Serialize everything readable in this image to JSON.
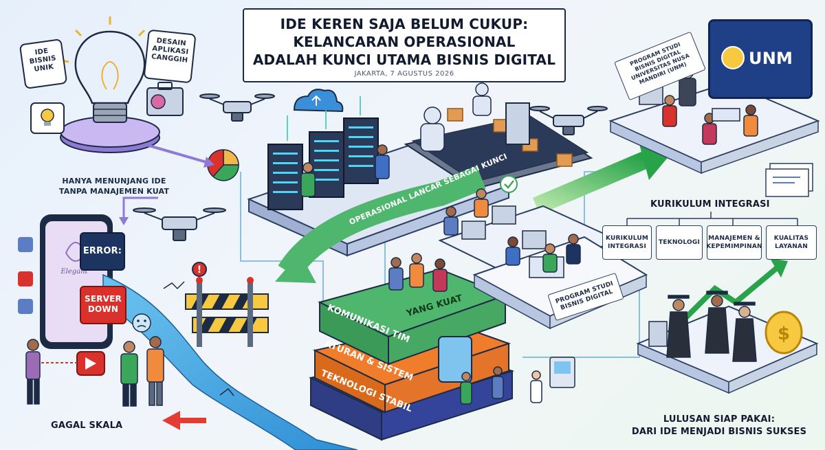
{
  "title": {
    "line1": "IDE KEREN SAJA BELUM CUKUP:",
    "line2": "KELANCARAN OPERASIONAL",
    "line3": "ADALAH KUNCI UTAMA BISNIS DIGITAL",
    "date": "JAKARTA, 7 AGUSTUS 2026"
  },
  "left": {
    "bubble_ide": "IDE BISNIS UNIK",
    "bubble_desain": "DESAIN APLIKASI CANGGIH",
    "caption_line1": "HANYA MENUNJANG IDE",
    "caption_line2": "TANPA MANAJEMEN KUAT",
    "error": "ERROR:",
    "server_down": "SERVER DOWN",
    "app_name": "Elegant",
    "fail": "GAGAL SKALA"
  },
  "center": {
    "ribbon": "OPERASIONAL LANCAR SEBAGAI KUNCI",
    "top_layer": "YANG KUAT",
    "layer1": "KOMUNIKASI TIM",
    "layer2": "ATURAN & SISTEM",
    "layer3": "TEKNOLOGI STABIL",
    "prodi_sign": "PROGRAM STUDI BISNIS DIGITAL"
  },
  "right": {
    "prodi_board": "PROGRAM STUDI BISNIS DIGITAL UNIVERSITAS NUSA MANDIRI (UNM)",
    "unm": "UNM",
    "curriculum_title": "KURIKULUM INTEGRASI",
    "curriculum": [
      "KURIKULUM INTEGRASI",
      "TEKNOLOGI",
      "MANAJEMEN & KEPEMIMPINAN",
      "KUALITAS LAYANAN"
    ],
    "footer_line1": "LULUSAN SIAP PAKAI:",
    "footer_line2": "DARI IDE MENJADI BISNIS SUKSES"
  },
  "colors": {
    "navy": "#1d3461",
    "green": "#3aa65a",
    "orange": "#ef7d2c",
    "purple": "#3f4fa3",
    "red": "#d9322c",
    "river": "#4aa6e0",
    "platform": "#dfe6f4"
  }
}
